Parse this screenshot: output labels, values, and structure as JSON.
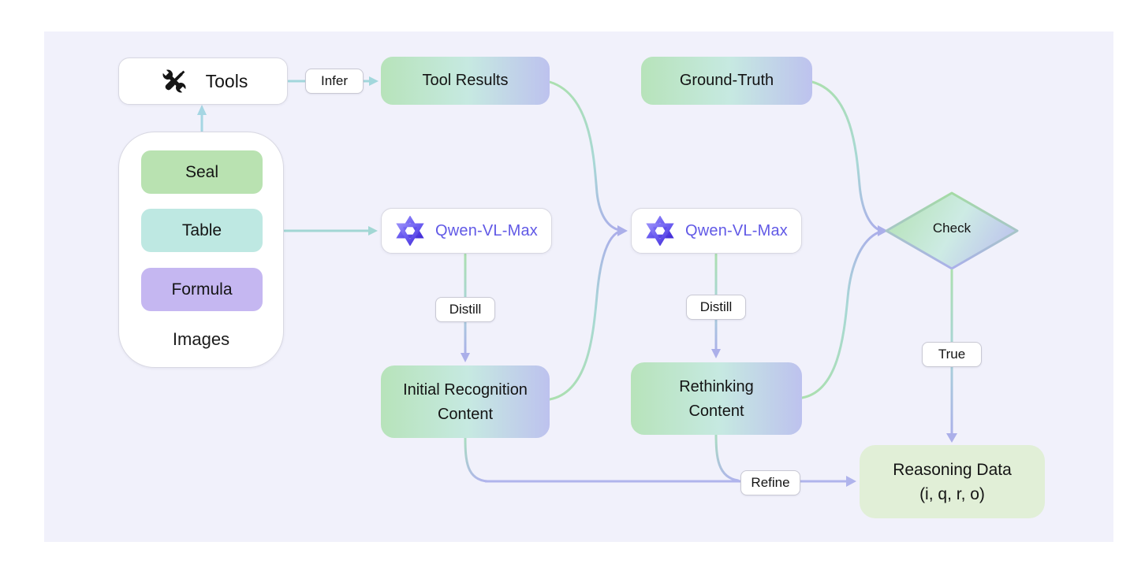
{
  "diagram": {
    "background_color": "#f1f1fb",
    "nodes": {
      "tools": {
        "label": "Tools",
        "icon": "crossed-wrench-screwdriver"
      },
      "tool_results": {
        "label": "Tool Results"
      },
      "ground_truth": {
        "label": "Ground-Truth"
      },
      "images_group": {
        "label": "Images",
        "items": [
          {
            "label": "Seal",
            "color": "#b9e2b1"
          },
          {
            "label": "Table",
            "color": "#bee8e2"
          },
          {
            "label": "Formula",
            "color": "#c5b7f1"
          }
        ]
      },
      "qwen_model_1": {
        "label": "Qwen-VL-Max",
        "icon": "qwen-logo"
      },
      "qwen_model_2": {
        "label": "Qwen-VL-Max",
        "icon": "qwen-logo"
      },
      "initial_recognition": {
        "line1": "Initial Recognition",
        "line2": "Content"
      },
      "rethinking": {
        "line1": "Rethinking",
        "line2": "Content"
      },
      "check": {
        "label": "Check"
      },
      "reasoning_data": {
        "line1": "Reasoning Data",
        "line2": "(i, q, r, o)",
        "color": "#e1efd7"
      }
    },
    "edge_labels": {
      "infer": "Infer",
      "distill_left": "Distill",
      "distill_right": "Distill",
      "true_branch": "True",
      "refine": "Refine"
    },
    "colors": {
      "node_gradient_left": "#b7e3ba",
      "node_gradient_mid": "#c6e9e1",
      "node_gradient_right": "#bdc2ee",
      "arrow_teal": "#a2d7d9",
      "arrow_green": "#abdfb0",
      "arrow_purple": "#abafe9",
      "qwen_text_color": "#6159e6"
    }
  }
}
